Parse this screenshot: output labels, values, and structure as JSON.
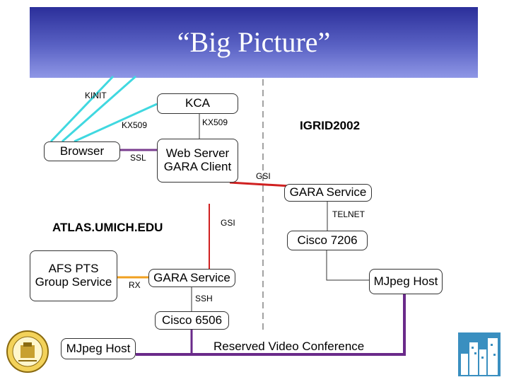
{
  "title": "“Big Picture”",
  "boxes": {
    "kca": "KCA",
    "browser": "Browser",
    "web_server": "Web Server GARA Client",
    "gara_service_top": "GARA Service",
    "cisco_7206": "Cisco 7206",
    "afs_pts": "AFS PTS Group Service",
    "gara_service_bottom": "GARA Service",
    "mjpeg_host_right": "MJpeg Host",
    "cisco_6506": "Cisco 6506",
    "mjpeg_host_left": "MJpeg Host"
  },
  "labels": {
    "kinit": "KINIT",
    "kx509_left": "KX509",
    "kx509_right": "KX509",
    "ssl": "SSL",
    "igrid": "IGRID2002",
    "gsi_top": "GSI",
    "atlas": "ATLAS.UMICH.EDU",
    "gsi_mid": "GSI",
    "telnet": "TELNET",
    "rx": "RX",
    "ssh": "SSH",
    "reserved": "Reserved Video Conference"
  },
  "colors": {
    "banner_dark": "#2b2f9a",
    "cyan_link": "#40d8e0",
    "purple_link": "#7a3d8f",
    "red_link": "#d02020",
    "orange_link": "#f0a020",
    "ssh_link": "#6a2a8a"
  },
  "icons": [
    "university-seal-icon",
    "city-skyline-icon"
  ]
}
